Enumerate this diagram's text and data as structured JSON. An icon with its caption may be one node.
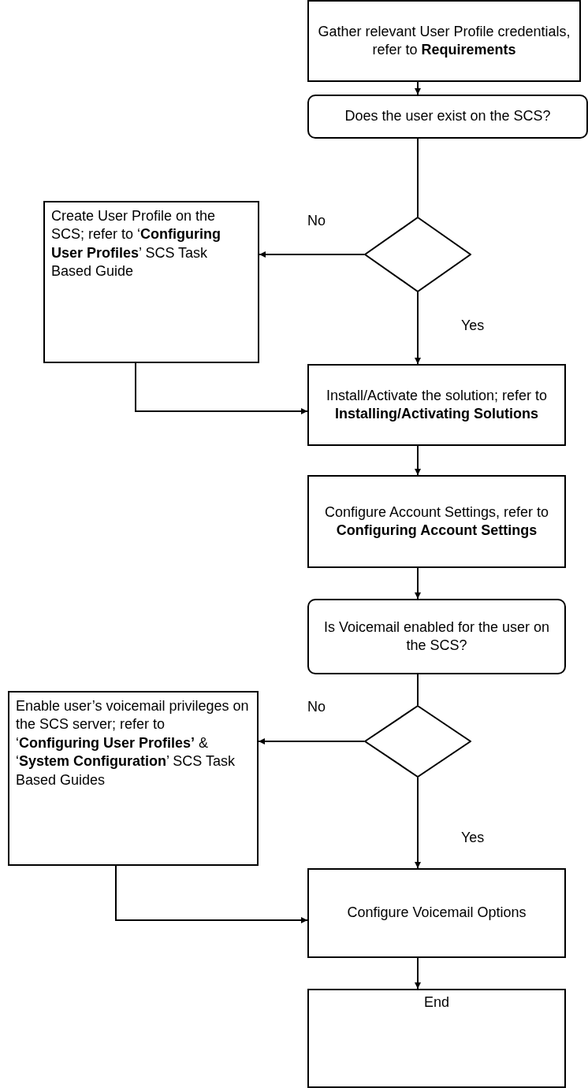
{
  "diagram": {
    "nodes": [
      {
        "text": [
          "Gather relevant User Profile credentials, refer to **Requirements**"
        ]
      },
      {
        "text": [
          "Does the user exist on the SCS?"
        ]
      },
      {
        "text": [],
        "shape": "diamond"
      },
      {
        "text": [
          "Create User Profile on the SCS; refer to ‘**Configuring User Profiles**’ SCS Task Based Guide"
        ]
      },
      {
        "text": [
          "Install/Activate the solution; refer to **Installing/Activating Solutions**"
        ]
      },
      {
        "text": [
          "Configure Account Settings, refer to **Configuring Account Settings**"
        ]
      },
      {
        "text": [
          "Is Voicemail enabled for the user on the SCS?"
        ]
      },
      {
        "text": [],
        "shape": "diamond"
      },
      {
        "text": [
          "Enable user’s voicemail privileges on the SCS server; refer to ‘**Configuring User Profiles’** & ‘**System Configuration**’ SCS Task Based Guides"
        ]
      },
      {
        "text": [
          "Configure Voicemail Options"
        ]
      },
      {
        "text": [
          "End"
        ]
      }
    ],
    "edges": [
      {
        "from": 0,
        "to": 1,
        "arrow": "to"
      },
      {
        "from": 1,
        "to": 2,
        "arrow": "none"
      },
      {
        "from": 2,
        "to": 3,
        "arrow": "to",
        "label": "No"
      },
      {
        "from": 2,
        "to": 4,
        "arrow": "to",
        "label": "Yes"
      },
      {
        "from": 3,
        "to": 4,
        "arrow": "to"
      },
      {
        "from": 4,
        "to": 5,
        "arrow": "to"
      },
      {
        "from": 5,
        "to": 6,
        "arrow": "to"
      },
      {
        "from": 6,
        "to": 7,
        "arrow": "none"
      },
      {
        "from": 7,
        "to": 8,
        "arrow": "to",
        "label": "No"
      },
      {
        "from": 7,
        "to": 9,
        "arrow": "to",
        "label": "Yes"
      },
      {
        "from": 8,
        "to": 9,
        "arrow": "to"
      },
      {
        "from": 9,
        "to": 10,
        "arrow": "to"
      }
    ]
  }
}
